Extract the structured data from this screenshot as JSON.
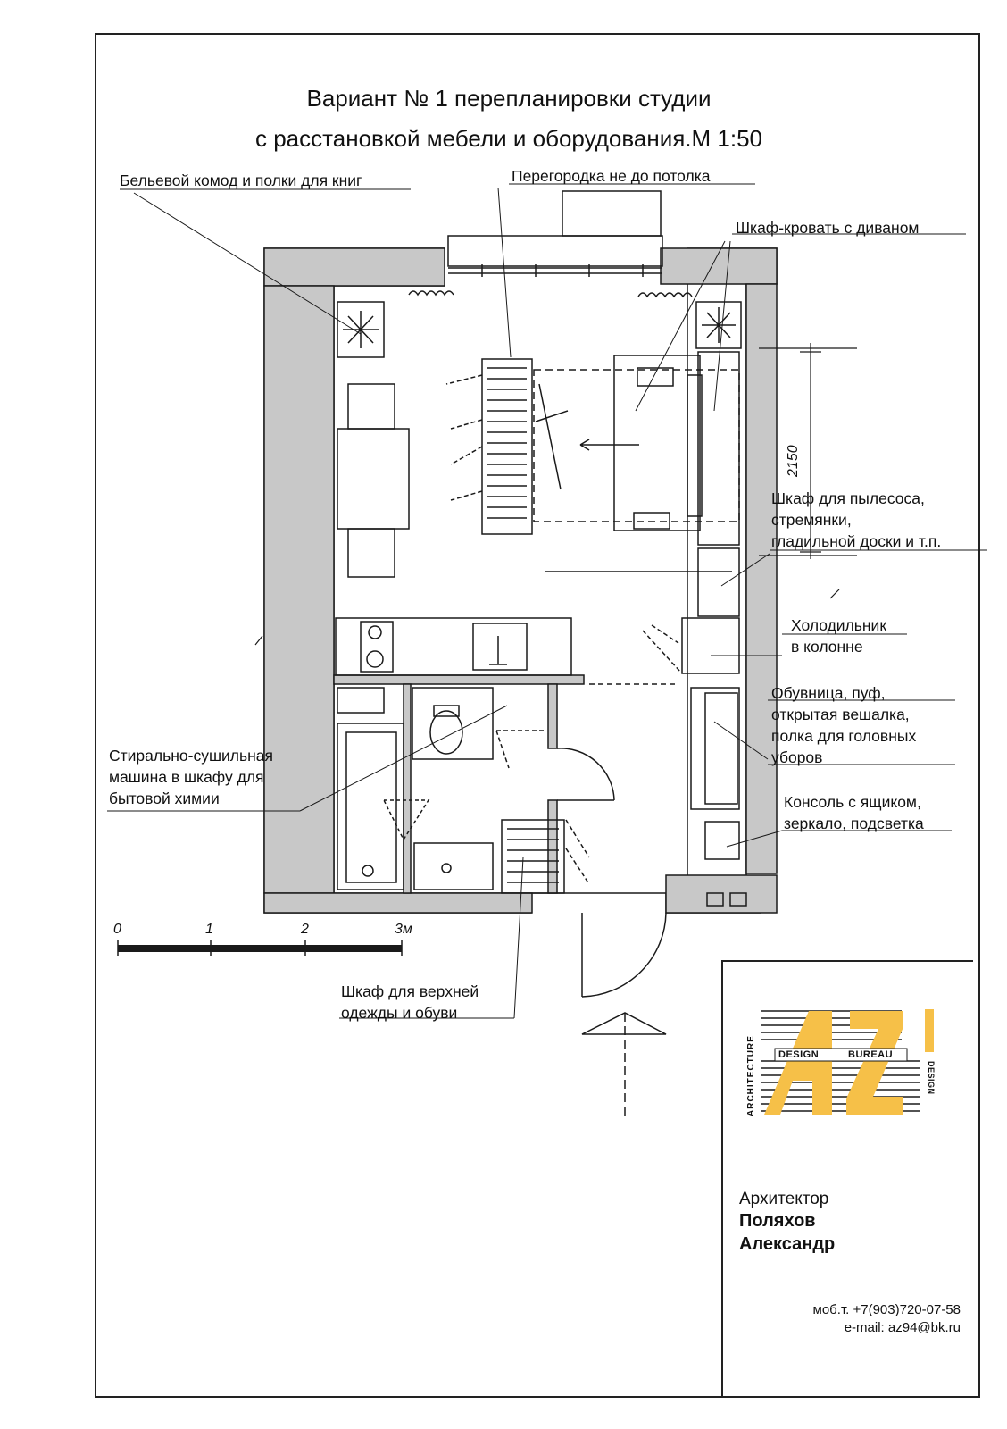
{
  "title": {
    "line1": "Вариант № 1 перепланировки студии",
    "line2": "с расстановкой мебели и оборудования.М 1:50"
  },
  "callouts": {
    "dresser": "Бельевой комод и полки для книг",
    "partition": "Перегородка не до потолка",
    "wardrobe_bed": "Шкаф-кровать с диваном",
    "vacuum_cabinet": [
      "Шкаф для пылесоса,",
      "стремянки,",
      "гладильной доски и т.п."
    ],
    "fridge": [
      "Холодильник",
      "в колонне"
    ],
    "shoe_rack": [
      "Обувница, пуф,",
      "открытая вешалка,",
      "полка для головных",
      "уборов"
    ],
    "washer": [
      "Стирально-сушильная",
      "машина в шкафу для",
      "бытовой химии"
    ],
    "console": [
      "Консоль с ящиком,",
      "зеркало, подсветка"
    ],
    "outerwear": [
      "Шкаф для верхней",
      "одежды и обуви"
    ]
  },
  "dimension": "2150",
  "scale_bar": {
    "labels": [
      "0",
      "1",
      "2",
      "3м"
    ]
  },
  "stamp": {
    "logo_text_left": "ARCHITECTURE",
    "logo_text_mid_a": "DESIGN",
    "logo_text_mid_b": "BUREAU",
    "logo_text_right": "DESIGN",
    "role": "Архитектор",
    "surname": "Поляхов",
    "given_name": "Александр",
    "phone": "моб.т. +7(903)720-07-58",
    "email": "e-mail: az94@bk.ru"
  },
  "colors": {
    "wall": "#c8c8c8",
    "ink": "#1a1a1a",
    "logo_yellow": "#f6c048"
  }
}
